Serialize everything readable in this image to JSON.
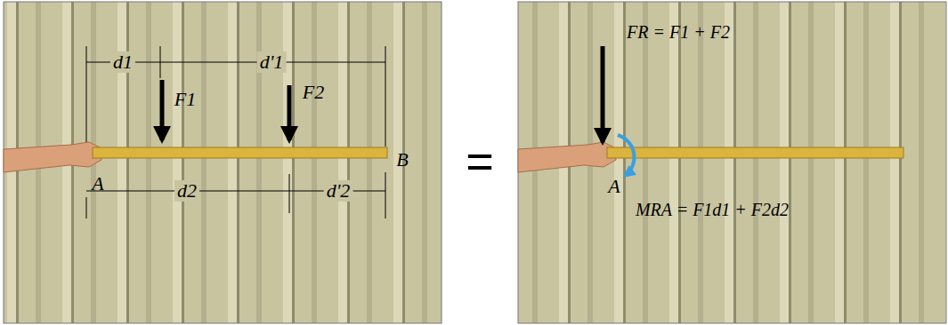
{
  "diagram": {
    "labels": [
      "d1",
      "d'1",
      "F1",
      "F2",
      "B",
      "A",
      "d2",
      "d'2",
      "=",
      "FR = F1 + F2",
      "A",
      "MRA = F1d1 + F2d2"
    ]
  }
}
